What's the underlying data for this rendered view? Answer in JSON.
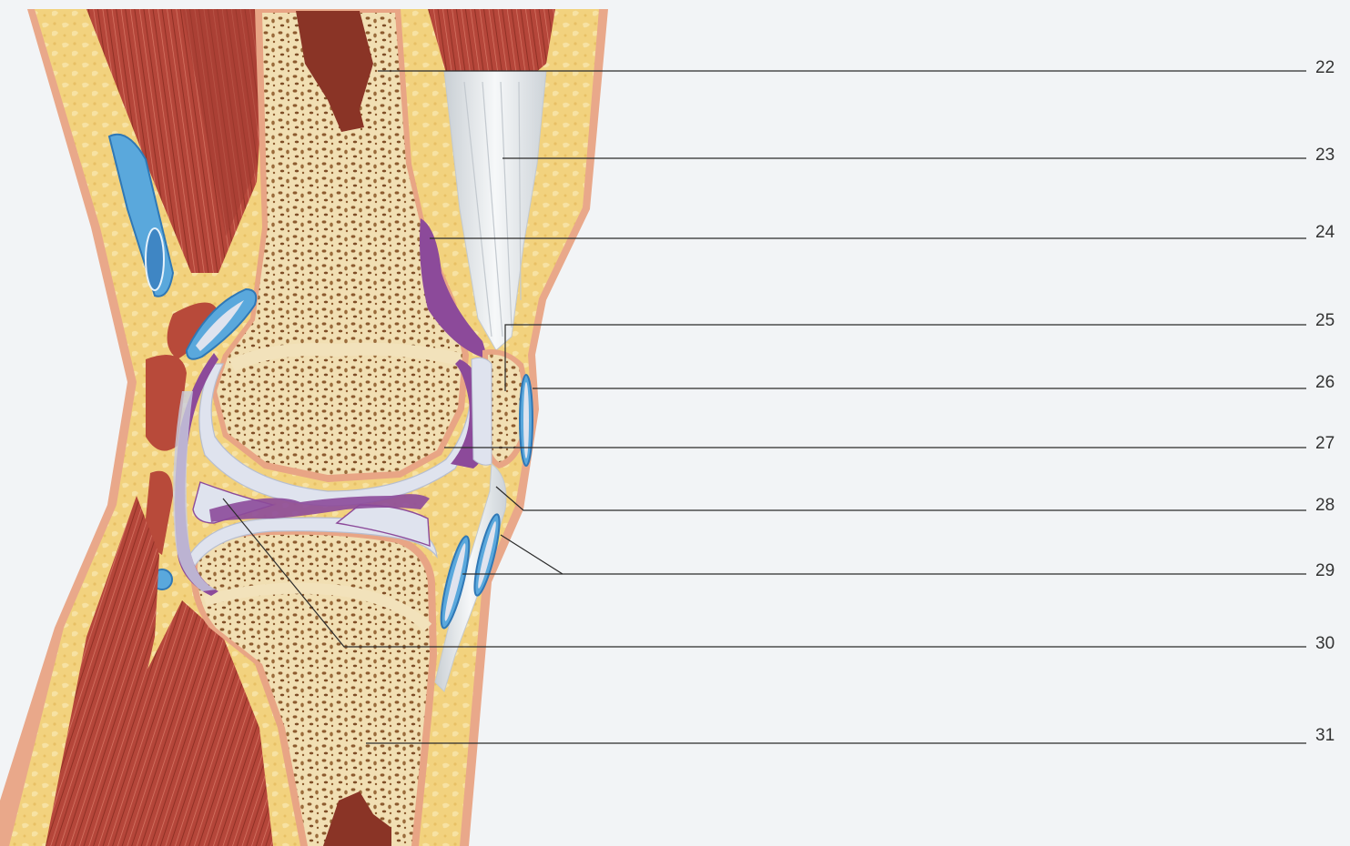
{
  "diagram": {
    "subject": "sagittal section of knee joint",
    "labels": [
      {
        "id": "22",
        "text": "22"
      },
      {
        "id": "23",
        "text": "23"
      },
      {
        "id": "24",
        "text": "24"
      },
      {
        "id": "25",
        "text": "25"
      },
      {
        "id": "26",
        "text": "26"
      },
      {
        "id": "27",
        "text": "27"
      },
      {
        "id": "28",
        "text": "28"
      },
      {
        "id": "29",
        "text": "29"
      },
      {
        "id": "30",
        "text": "30"
      },
      {
        "id": "31",
        "text": "31"
      }
    ]
  },
  "colors": {
    "background": "#f2f4f6",
    "skin": "#e9a88a",
    "fat": "#f2d27e",
    "muscle": "#b84a3a",
    "bone": "#f3e2b8",
    "spongy_bone": "#9a6b3b",
    "marrow": "#8a3426",
    "cartilage": "#dfe3ee",
    "synovial": "#8c4a9a",
    "bursa": "#5aa8dc",
    "tendon": "#e8ecef",
    "leader_line": "#2b2b2b"
  }
}
